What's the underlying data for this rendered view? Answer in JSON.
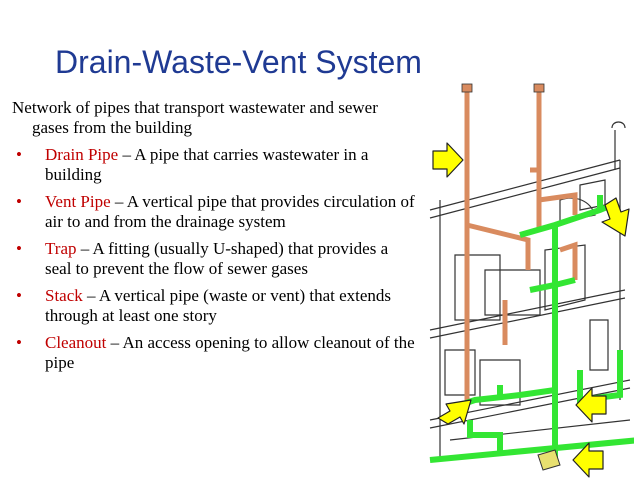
{
  "title": "Drain-Waste-Vent System",
  "intro": "Network of pipes that transport wastewater and sewer gases from the building",
  "bullets": [
    {
      "term": "Drain Pipe",
      "definition": " – A pipe that carries wastewater in a building"
    },
    {
      "term": "Vent Pipe",
      "definition": " – A vertical pipe that provides circulation of air to and from the drainage system"
    },
    {
      "term": "Trap",
      "definition": " – A fitting (usually U-shaped) that provides a seal  to prevent the flow of sewer gases"
    },
    {
      "term": "Stack",
      "definition": " – A vertical pipe (waste or vent) that extends through at least one story"
    },
    {
      "term": "Cleanout",
      "definition": " – An access opening to allow cleanout of the pipe"
    }
  ],
  "bullet_glyph": "•",
  "colors": {
    "title": "#1f3a93",
    "term": "#c00000",
    "vent_pipe": "#d98b5f",
    "drain_pipe": "#33e633",
    "arrow_fill": "#ffff00"
  },
  "icons": [
    "pointer-arrow-icon"
  ]
}
